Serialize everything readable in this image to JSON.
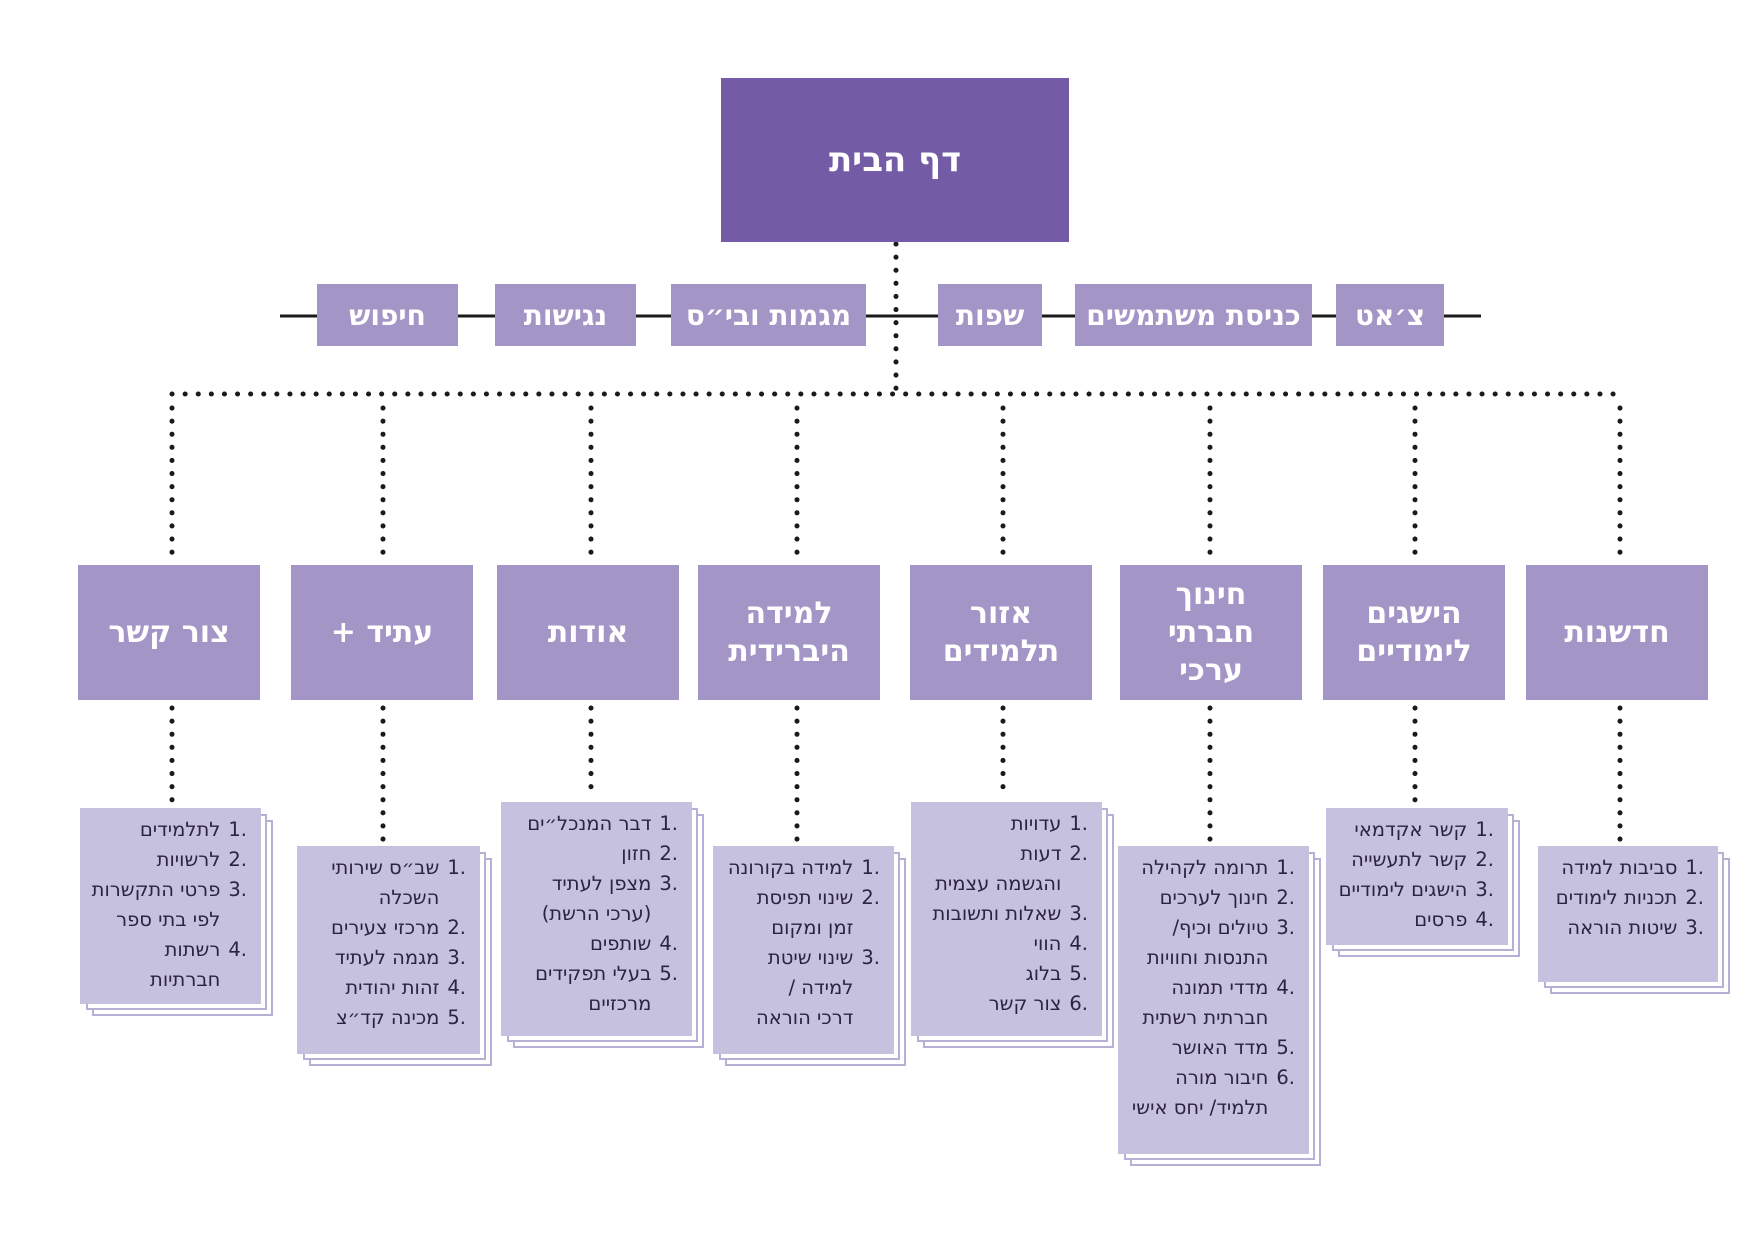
{
  "home": "דף הבית",
  "utility_bar": [
    {
      "id": "chat",
      "label": "צ׳אט"
    },
    {
      "id": "login",
      "label": "כניסת משתמשים"
    },
    {
      "id": "languages",
      "label": "שפות"
    },
    {
      "id": "tracks",
      "label": "מגמות ובי״ס"
    },
    {
      "id": "accessibility",
      "label": "נגישות"
    },
    {
      "id": "search",
      "label": "חיפוש"
    }
  ],
  "categories": [
    {
      "id": "innovation",
      "label": "חדשנות",
      "items": [
        "סביבות למידה",
        "תכניות לימודים",
        "שיטות הוראה"
      ]
    },
    {
      "id": "achievements",
      "label": "הישגים\nלימודיים",
      "items": [
        "קשר אקדמאי",
        "קשר לתעשייה",
        "הישגים לימודיים",
        "פרסים"
      ]
    },
    {
      "id": "social-education",
      "label": "חינוך\nחברתי\nערכי",
      "items": [
        "תרומה לקהילה",
        "חינוך לערכים",
        "טיולים וכיף/\nהתנסות וחוויות",
        "מדדי תמונה\nחברתית רשתית",
        "מדד האושר",
        "חיבור מורה\nתלמיד/ יחס אישי"
      ]
    },
    {
      "id": "students",
      "label": "אזור\nתלמידים",
      "items": [
        "עדויות",
        "דעות\nוהגשמה עצמית",
        "שאלות ותשובות",
        "הווי",
        "בלוג",
        "צור קשר"
      ]
    },
    {
      "id": "hybrid",
      "label": "למידה\nהיברידית",
      "items": [
        "למידה בקורונה",
        "שינוי תפיסת\nזמן ומקום",
        "שינוי שיטת\nלמידה /\nדרכי הוראה"
      ]
    },
    {
      "id": "about",
      "label": "אודות",
      "items": [
        "דבר המנכל״ים",
        "חזון",
        "מצפן לעתיד\n(ערכי הרשת)",
        "שותפים",
        "בעלי תפקידים\nמרכזיים"
      ]
    },
    {
      "id": "future",
      "label": "עתיד +",
      "items": [
        "שב״ס שירותי\nהשכלה",
        "מרכזי צעירים",
        "מגמה לעתיד",
        "זהות יהודית",
        "מכינה קד״צ"
      ]
    },
    {
      "id": "contact",
      "label": "צור קשר",
      "items": [
        "לתלמידים",
        "לרשויות",
        "פרטי התקשרות\nלפי בתי ספר",
        "רשתות\nחברתיות"
      ]
    }
  ],
  "colors": {
    "home": "#735ba6",
    "box": "#a495c7",
    "card": "#c7c1e0",
    "line": "#1a1a1a"
  }
}
